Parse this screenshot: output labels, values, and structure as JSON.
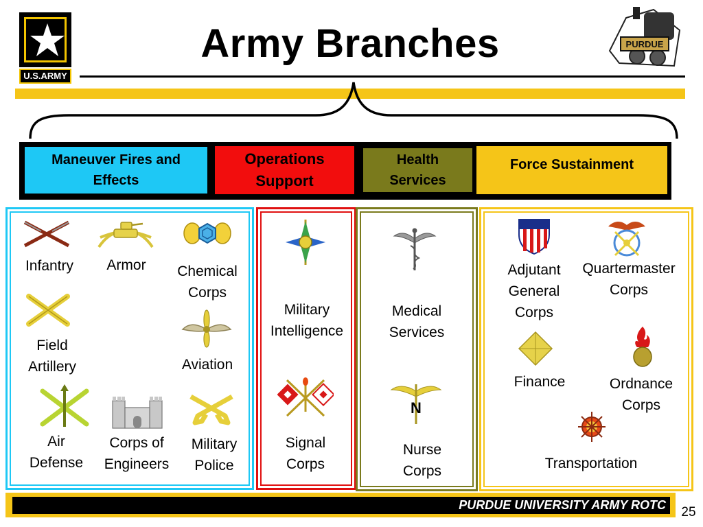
{
  "header": {
    "title": "Army Branches",
    "army_logo_text": "U.S.ARMY",
    "purdue_logo_text": "PURDUE"
  },
  "categories": [
    {
      "label_lines": [
        "Maneuver Fires and",
        "Effects"
      ],
      "color": "#1ec8f5"
    },
    {
      "label_lines": [
        "Operations",
        "Support"
      ],
      "color": "#f20d0d"
    },
    {
      "label_lines": [
        "Health",
        "Services"
      ],
      "color": "#7a7a1c"
    },
    {
      "label_lines": [
        "Force Sustainment"
      ],
      "color": "#f5c518"
    }
  ],
  "maneuver": {
    "infantry": "Infantry",
    "armor": "Armor",
    "chemical": [
      "Chemical",
      "Corps"
    ],
    "field_artillery": [
      "Field",
      "Artillery"
    ],
    "aviation": "Aviation",
    "air_defense": [
      "Air",
      "Defense"
    ],
    "engineers": [
      "Corps of",
      "Engineers"
    ],
    "military_police": [
      "Military",
      "Police"
    ]
  },
  "operations": {
    "military_intelligence": [
      "Military",
      "Intelligence"
    ],
    "signal": [
      "Signal",
      "Corps"
    ]
  },
  "health": {
    "medical": [
      "Medical",
      "Services"
    ],
    "nurse": [
      "Nurse",
      "Corps"
    ]
  },
  "force": {
    "adjutant": [
      "Adjutant",
      "General",
      "Corps"
    ],
    "quartermaster": [
      "Quartermaster",
      "Corps"
    ],
    "finance": "Finance",
    "ordnance": [
      "Ordnance",
      "Corps"
    ],
    "transportation": "Transportation"
  },
  "footer": {
    "text": "PURDUE UNIVERSITY ARMY ROTC",
    "page_number": "25"
  },
  "icons": {
    "army_star": "army-star-icon",
    "purdue_train": "purdue-train-icon",
    "infantry": "crossed-rifles-icon",
    "armor": "tank-sabers-icon",
    "chemical": "benzene-retorts-icon",
    "field_artillery": "crossed-cannons-icon",
    "aviation": "winged-propeller-icon",
    "air_defense": "missile-cannons-icon",
    "engineers": "castle-icon",
    "military_police": "crossed-pistols-icon",
    "military_intelligence": "compass-rose-dagger-icon",
    "signal": "signal-flags-torch-icon",
    "medical": "caduceus-icon",
    "nurse": "caduceus-n-icon",
    "adjutant": "shield-stars-icon",
    "quartermaster": "sword-key-wheel-eagle-icon",
    "finance": "diamond-icon",
    "ordnance": "flaming-bomb-icon",
    "transportation": "ship-wheel-seahorse-icon"
  }
}
